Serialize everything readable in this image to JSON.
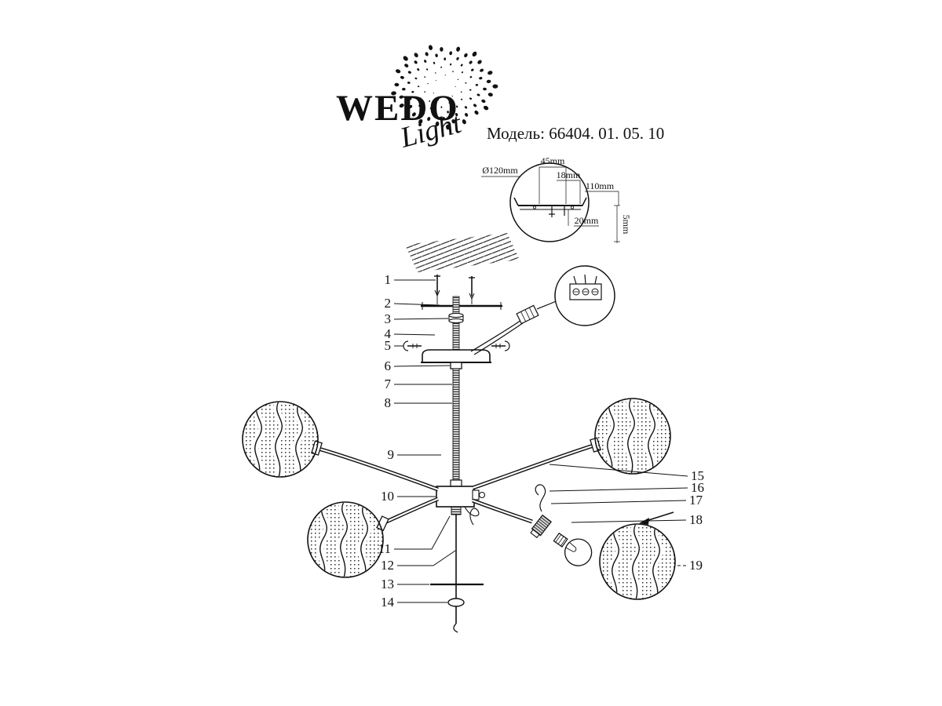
{
  "brand": {
    "wordmark": "WEDO",
    "script": "Light"
  },
  "model_label": "Модель: 66404. 01. 05. 10",
  "detail": {
    "dia120": "Ø120mm",
    "d45": "45mm",
    "d18": "18mm",
    "d110": "110mm",
    "d20": "20mm",
    "d5": "5mm"
  },
  "parts_left": [
    "1",
    "2",
    "3",
    "4",
    "5",
    "6",
    "7",
    "8",
    "9",
    "10",
    "11",
    "12",
    "13",
    "14"
  ],
  "parts_right": [
    "15",
    "16",
    "17",
    "18",
    "19"
  ],
  "colors": {
    "ink": "#111111",
    "bg": "#ffffff"
  }
}
